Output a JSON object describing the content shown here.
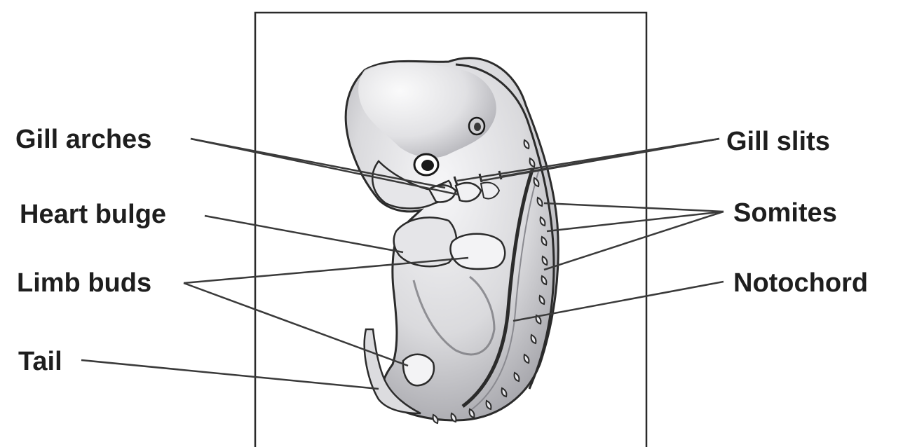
{
  "labels": {
    "gill_arches": "Gill arches",
    "heart_bulge": "Heart bulge",
    "limb_buds": "Limb buds",
    "tail": "Tail",
    "gill_slits": "Gill slits",
    "somites": "Somites",
    "notochord": "Notochord"
  },
  "colors": {
    "frame": "#2a2a2a",
    "outline": "#2b2b2b",
    "leader_line": "#3a3a3a",
    "body_fill": "#d6d6d8",
    "body_highlight": "#f4f4f6",
    "shadow": "#8f8f94",
    "text": "#1e1e1e"
  }
}
